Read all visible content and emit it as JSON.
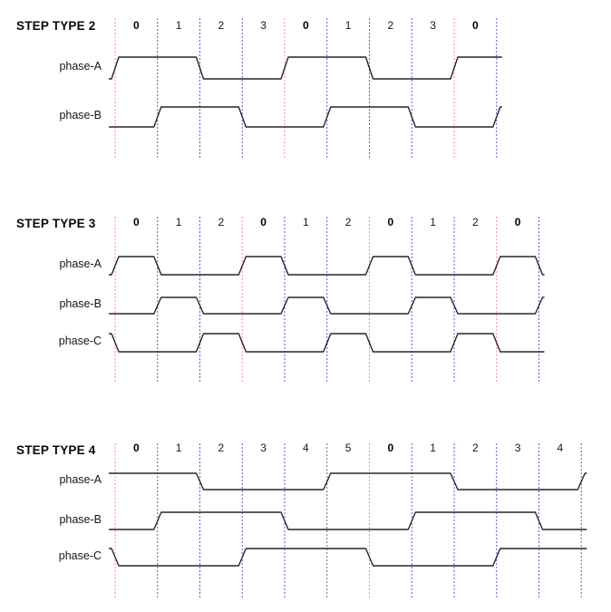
{
  "colors": {
    "cycle_start_line": "#f28b8b",
    "step_line": "#5c5cd6",
    "special_line": "#6b6b6b",
    "wave": "#262626",
    "text": "#111111"
  },
  "sections": [
    {
      "title": "STEP TYPE 2",
      "steps": [
        "0",
        "1",
        "2",
        "3",
        "0",
        "1",
        "2",
        "3",
        "0"
      ],
      "boundaries": [
        "red",
        "blue",
        "blue",
        "blue",
        "red",
        "blue",
        "blue",
        "blue",
        "red",
        "blue"
      ],
      "phases": [
        {
          "label": "phase-A",
          "pre": 0,
          "levels": [
            1,
            1,
            0,
            0,
            1,
            1,
            0,
            0,
            1
          ],
          "post": 1
        },
        {
          "label": "phase-B",
          "pre": 0,
          "levels": [
            0,
            1,
            1,
            0,
            0,
            1,
            1,
            0,
            0
          ],
          "post": 1
        }
      ]
    },
    {
      "title": "STEP TYPE 3",
      "steps": [
        "0",
        "1",
        "2",
        "0",
        "1",
        "2",
        "0",
        "1",
        "2",
        "0"
      ],
      "boundaries": [
        "red",
        "blue",
        "blue",
        "red",
        "blue",
        "blue",
        "red",
        "blue",
        "blue",
        "red",
        "blue"
      ],
      "phases": [
        {
          "label": "phase-A",
          "pre": 0,
          "levels": [
            1,
            0,
            0,
            1,
            0,
            0,
            1,
            0,
            0,
            1
          ],
          "post": 0
        },
        {
          "label": "phase-B",
          "pre": 0,
          "levels": [
            0,
            1,
            0,
            0,
            1,
            0,
            0,
            1,
            0,
            0
          ],
          "post": 1
        },
        {
          "label": "phase-C",
          "pre": 1,
          "levels": [
            0,
            0,
            1,
            0,
            0,
            1,
            0,
            0,
            1,
            0
          ],
          "post": 0
        }
      ]
    },
    {
      "title": "STEP TYPE 4",
      "steps": [
        "0",
        "1",
        "2",
        "3",
        "4",
        "5",
        "0",
        "1",
        "2",
        "3",
        "4"
      ],
      "boundaries": [
        "red",
        "blue",
        "blue",
        "blue",
        "blue",
        "black",
        "red",
        "blue",
        "blue",
        "blue",
        "blue",
        "blue"
      ],
      "phases": [
        {
          "label": "phase-A",
          "pre": 1,
          "levels": [
            1,
            1,
            0,
            0,
            0,
            1,
            1,
            1,
            0,
            0,
            0
          ],
          "post": 1
        },
        {
          "label": "phase-B",
          "pre": 0,
          "levels": [
            0,
            1,
            1,
            1,
            0,
            0,
            0,
            1,
            1,
            1,
            0
          ],
          "post": 0
        },
        {
          "label": "phase-C",
          "pre": 1,
          "levels": [
            0,
            0,
            0,
            1,
            1,
            1,
            0,
            0,
            0,
            1,
            1
          ],
          "post": 1
        }
      ]
    }
  ]
}
